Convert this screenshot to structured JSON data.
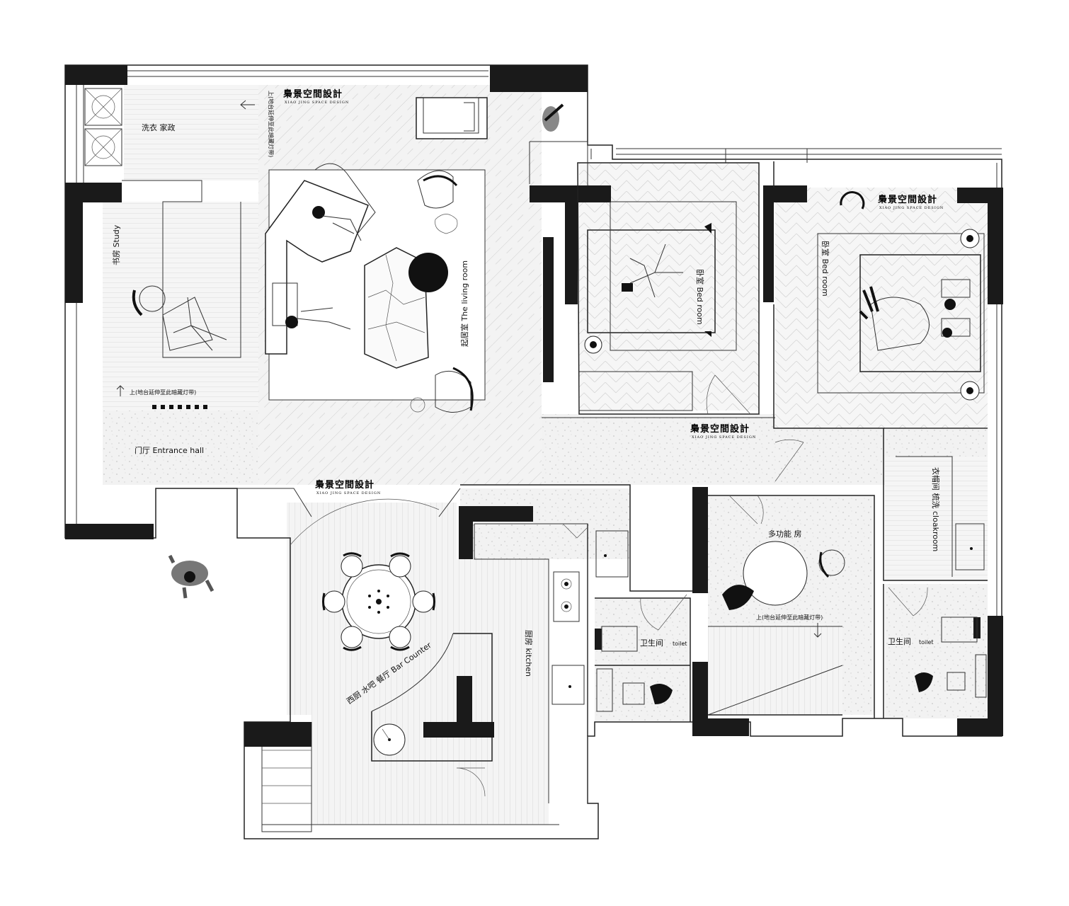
{
  "brand": {
    "name": "梟景空間設計",
    "subtitle": "XIAO JING SPACE DESIGN"
  },
  "rooms": {
    "laundry": "洗衣  家政",
    "study": "书房  Study",
    "study_step": "上(地台延伸至此暗藏灯带)",
    "living_step": "上(地台延伸至此暗藏灯带)",
    "living": "起居室  The living room",
    "entrance": "门厅   Entrance hall",
    "bedroom1": "卧室  Bed room",
    "bedroom2": "卧室  Bed room",
    "dining": "西厨  水吧  餐厅   Bar Counter",
    "kitchen": "厨房  kitchen",
    "toilet1": "卫生间",
    "toilet1_en": "toilet",
    "multi": "多功能 房",
    "multi_step": "上(地台延伸至此暗藏灯带)",
    "cloakroom": "衣帽间  梳洗  cloakroom",
    "toilet2": "卫生间",
    "toilet2_en": "toilet"
  },
  "colors": {
    "wall": "#1a1a1a",
    "floor": "#eeeeee",
    "line": "#222222"
  }
}
